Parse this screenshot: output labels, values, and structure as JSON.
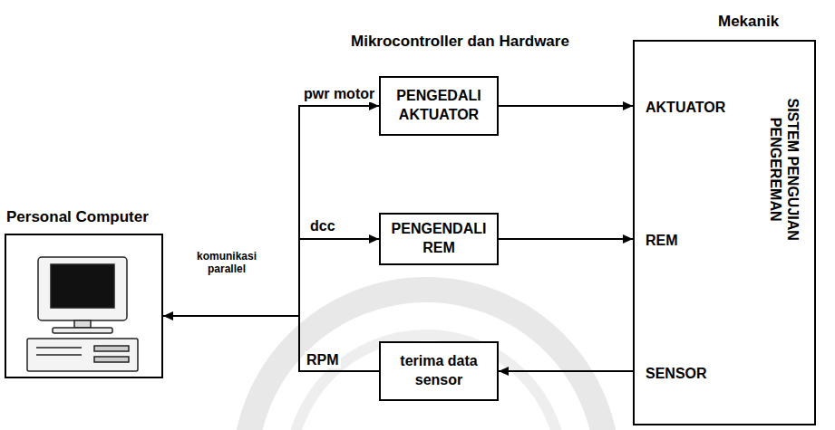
{
  "diagram": {
    "nodes": [
      {
        "text": [
          "Personal Computer"
        ]
      },
      {
        "text": [
          "PENGEDALI AKTUATOR"
        ]
      },
      {
        "text": [
          "PENGENDALI REM"
        ]
      },
      {
        "text": [
          "terima data sensor"
        ]
      },
      {
        "text": [
          "Mekanik",
          "AKTUATOR",
          "REM",
          "SENSOR",
          "SISTEM PENGUJIAN PENGEREMAN"
        ]
      }
    ],
    "edges": [
      {
        "from": 0,
        "to": 1,
        "label": "pwr motor",
        "arrow": "to"
      },
      {
        "from": 0,
        "to": 2,
        "label": "dcc",
        "arrow": "to"
      },
      {
        "from": 3,
        "to": 0,
        "label": "RPM",
        "arrow": "to"
      },
      {
        "from": 1,
        "to": 4,
        "arrow": "to"
      },
      {
        "from": 2,
        "to": 4,
        "arrow": "to"
      },
      {
        "from": 4,
        "to": 3,
        "arrow": "to"
      }
    ],
    "labels": [
      "Mikrocontroller dan Hardware",
      "komunikasi parallel"
    ]
  }
}
